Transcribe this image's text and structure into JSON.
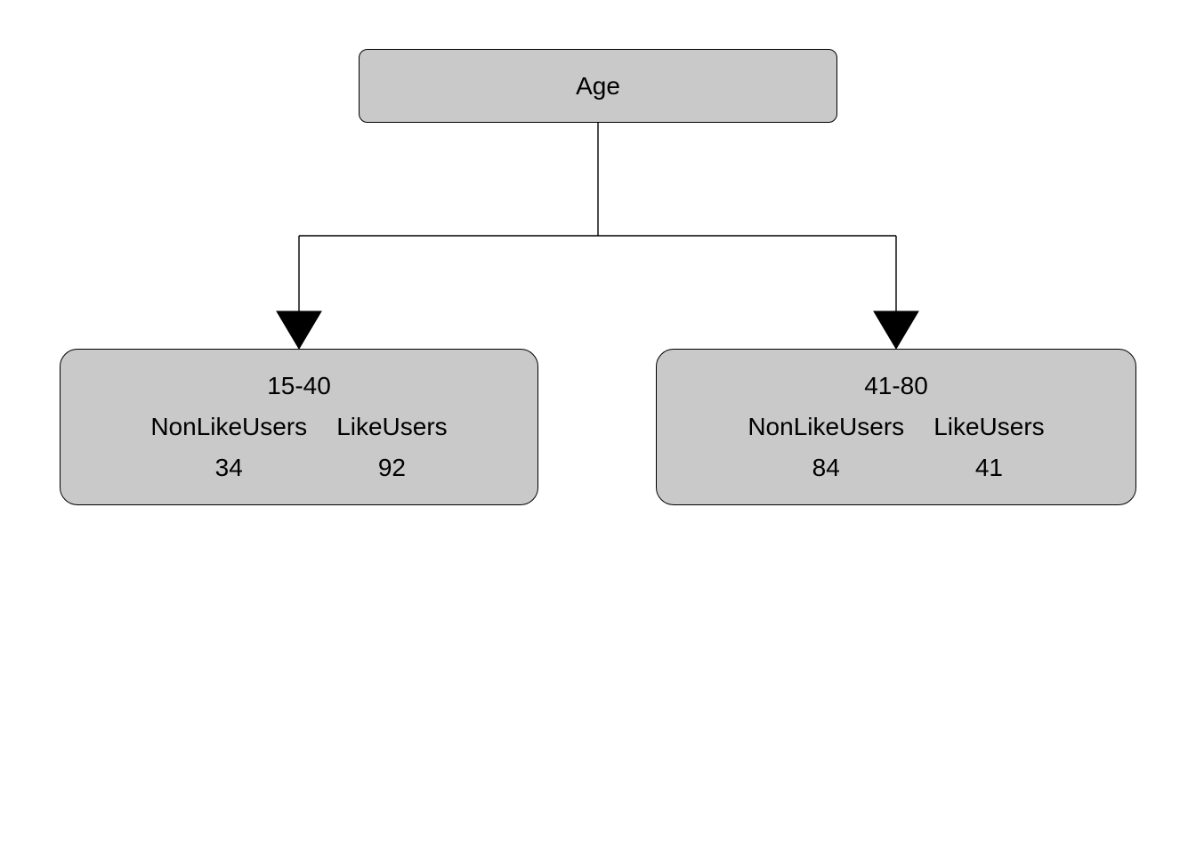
{
  "diagram": {
    "type": "decision_tree",
    "colors": {
      "background": "#ffffff",
      "node_fill": "#c9c9c9",
      "node_border": "#000000",
      "connector": "#000000",
      "arrowhead": "#000000",
      "text": "#000000"
    },
    "root": {
      "label": "Age"
    },
    "children": [
      {
        "range": "15-40",
        "columns": [
          "NonLikeUsers",
          "LikeUsers"
        ],
        "values": [
          "34",
          "92"
        ]
      },
      {
        "range": "41-80",
        "columns": [
          "NonLikeUsers",
          "LikeUsers"
        ],
        "values": [
          "84",
          "41"
        ]
      }
    ]
  }
}
